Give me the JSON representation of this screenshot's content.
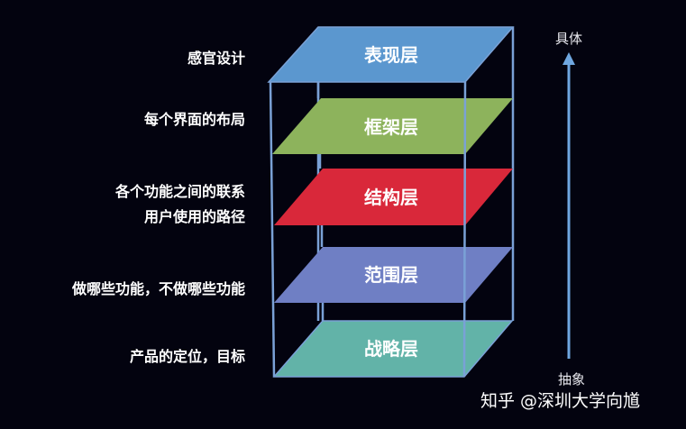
{
  "diagram": {
    "type": "five-plane layered stack (UX elements)",
    "layers": [
      {
        "name": "表现层",
        "description": "感官设计",
        "color": "#5b97cf"
      },
      {
        "name": "框架层",
        "description": "每个界面的布局",
        "color": "#8db35c"
      },
      {
        "name": "结构层",
        "description": "各个功能之间的联系\n用户使用的路径",
        "description_lines": [
          "各个功能之间的联系",
          "用户使用的路径"
        ],
        "color": "#d9283a"
      },
      {
        "name": "范围层",
        "description": "做哪些功能，不做哪些功能",
        "color": "#6f7fc4"
      },
      {
        "name": "战略层",
        "description": "产品的定位，目标",
        "color": "#62b3a8"
      }
    ],
    "frame_color": "#7aa1d6",
    "axis": {
      "top_label": "具体",
      "bottom_label": "抽象",
      "arrow_color": "#6fa7e0",
      "direction": "up"
    }
  },
  "labels": {
    "l0": "感官设计",
    "l1": "每个界面的布局",
    "l2a": "各个功能之间的联系",
    "l2b": "用户使用的路径",
    "l3": "做哪些功能，不做哪些功能",
    "l4": "产品的定位，目标"
  },
  "layer_names": {
    "n0": "表现层",
    "n1": "框架层",
    "n2": "结构层",
    "n3": "范围层",
    "n4": "战略层"
  },
  "watermark": "知乎 @深圳大学向馗"
}
